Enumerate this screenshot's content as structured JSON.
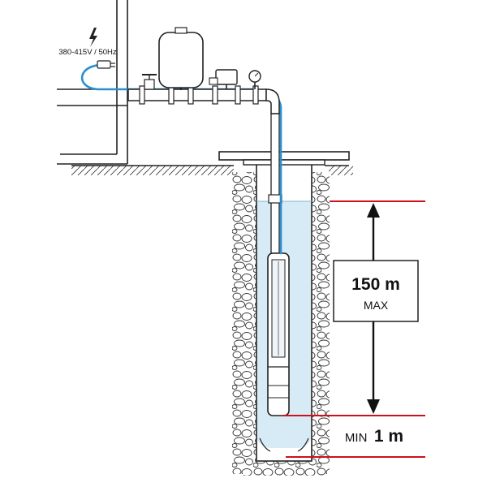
{
  "power": {
    "voltage_label": "380-415V / 50Hz"
  },
  "depth": {
    "max_value": "150 m",
    "max_word": "MAX"
  },
  "submersion": {
    "min_word": "MIN",
    "min_value": "1 m"
  },
  "colors": {
    "water": "#d6ebf5",
    "cable": "#2a8fd0",
    "level_line": "#d0101b",
    "outline": "#222222"
  },
  "icons": [
    "lightning-icon",
    "plug-icon",
    "pressure-gauge-icon",
    "pressure-tank-icon",
    "valve-icon",
    "pressure-switch-icon",
    "pump-icon"
  ]
}
